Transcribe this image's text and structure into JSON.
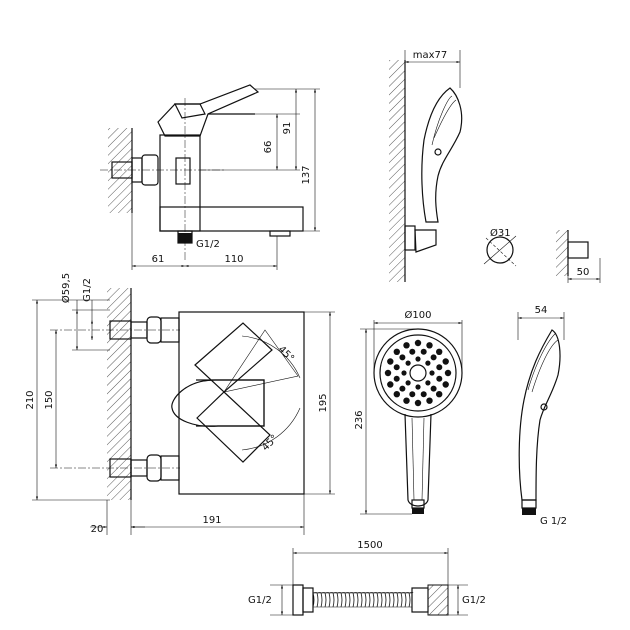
{
  "top_view": {
    "dim_66": "66",
    "dim_91": "91",
    "dim_137": "137",
    "dim_61": "61",
    "dim_110": "110",
    "thread": "G1/2"
  },
  "front_view": {
    "dim_diam_59_5": "Ø59,5",
    "dim_g12": "G1/2",
    "dim_210": "210",
    "dim_150": "150",
    "dim_195": "195",
    "dim_20": "20",
    "dim_191": "191",
    "angle_top": "45°",
    "angle_bottom": "45°"
  },
  "hand_shower_side": {
    "dim_max77": "max77"
  },
  "holder": {
    "dim_diam_31": "Ø31",
    "dim_50": "50"
  },
  "shower_head_front": {
    "dim_diam_100": "Ø100",
    "dim_236": "236"
  },
  "shower_head_side": {
    "dim_54": "54",
    "thread": "G 1/2"
  },
  "hose": {
    "dim_1500": "1500",
    "thread_left": "G1/2",
    "thread_right": "G1/2"
  }
}
